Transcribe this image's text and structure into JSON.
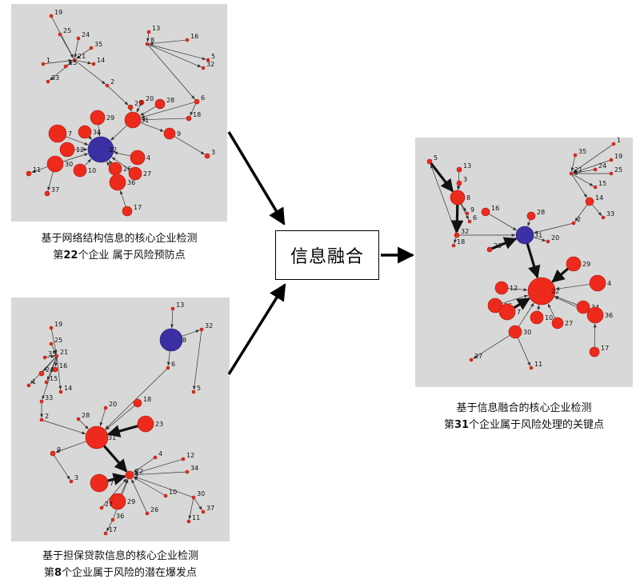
{
  "fusion_label": "信息融合",
  "panels": {
    "network": {
      "caption_line1": "基于网络结构信息的核心企业检测",
      "caption_line2_pre": "第",
      "caption_line2_num": "22",
      "caption_line2_post": "个企业 属于风险预防点"
    },
    "guarantee": {
      "caption_line1": "基于担保贷款信息的核心企业检测",
      "caption_line2_pre": "第",
      "caption_line2_num": "8",
      "caption_line2_post": "个企业属于风险的潜在爆发点"
    },
    "fused": {
      "caption_line1": "基于信息融合的核心企业检测",
      "caption_line2_pre": "第",
      "caption_line2_num": "31",
      "caption_line2_post": "个企业属于风险处理的关键点"
    }
  },
  "colors": {
    "node": "#ee2a1c",
    "core": "#3a2fa3",
    "panel_bg": "#d8d8d8",
    "edge": "#333333"
  },
  "graphs": {
    "network": {
      "core": "22",
      "nodes": [
        {
          "id": "19",
          "r": 2
        },
        {
          "id": "25",
          "r": 2
        },
        {
          "id": "24",
          "r": 2
        },
        {
          "id": "35",
          "r": 2
        },
        {
          "id": "21",
          "r": 2
        },
        {
          "id": "15",
          "r": 2
        },
        {
          "id": "1",
          "r": 2
        },
        {
          "id": "14",
          "r": 2
        },
        {
          "id": "33",
          "r": 2
        },
        {
          "id": "2",
          "r": 2
        },
        {
          "id": "13",
          "r": 2
        },
        {
          "id": "16",
          "r": 2
        },
        {
          "id": "8",
          "r": 2
        },
        {
          "id": "5",
          "r": 2
        },
        {
          "id": "32",
          "r": 2
        },
        {
          "id": "6",
          "r": 3
        },
        {
          "id": "18",
          "r": 3
        },
        {
          "id": "20",
          "r": 3
        },
        {
          "id": "28",
          "r": 6
        },
        {
          "id": "23",
          "r": 3
        },
        {
          "id": "31",
          "r": 10
        },
        {
          "id": "29",
          "r": 9
        },
        {
          "id": "9",
          "r": 7
        },
        {
          "id": "3",
          "r": 3
        },
        {
          "id": "34",
          "r": 8
        },
        {
          "id": "12",
          "r": 9
        },
        {
          "id": "30",
          "r": 10
        },
        {
          "id": "26",
          "r": 8
        },
        {
          "id": "4",
          "r": 9
        },
        {
          "id": "27",
          "r": 8
        },
        {
          "id": "36",
          "r": 10
        },
        {
          "id": "17",
          "r": 6
        },
        {
          "id": "11",
          "r": 3
        },
        {
          "id": "37",
          "r": 3
        },
        {
          "id": "7",
          "r": 11
        },
        {
          "id": "10",
          "r": 8
        },
        {
          "id": "22",
          "r": 16
        }
      ]
    },
    "guarantee": {
      "core": "8",
      "nodes": [
        {
          "id": "19",
          "r": 2
        },
        {
          "id": "25",
          "r": 2
        },
        {
          "id": "35",
          "r": 2
        },
        {
          "id": "21",
          "r": 2
        },
        {
          "id": "16",
          "r": 3
        },
        {
          "id": "24",
          "r": 3
        },
        {
          "id": "1",
          "r": 2
        },
        {
          "id": "15",
          "r": 2
        },
        {
          "id": "14",
          "r": 2
        },
        {
          "id": "33",
          "r": 2
        },
        {
          "id": "2",
          "r": 2
        },
        {
          "id": "28",
          "r": 2
        },
        {
          "id": "20",
          "r": 2
        },
        {
          "id": "18",
          "r": 5
        },
        {
          "id": "23",
          "r": 10
        },
        {
          "id": "31",
          "r": 14
        },
        {
          "id": "9",
          "r": 3
        },
        {
          "id": "3",
          "r": 2
        },
        {
          "id": "13",
          "r": 2
        },
        {
          "id": "32",
          "r": 2
        },
        {
          "id": "8",
          "r": 14
        },
        {
          "id": "6",
          "r": 2
        },
        {
          "id": "5",
          "r": 2
        },
        {
          "id": "22",
          "r": 5
        },
        {
          "id": "4",
          "r": 2
        },
        {
          "id": "12",
          "r": 2
        },
        {
          "id": "34",
          "r": 2
        },
        {
          "id": "7",
          "r": 11
        },
        {
          "id": "29",
          "r": 10
        },
        {
          "id": "27",
          "r": 2
        },
        {
          "id": "36",
          "r": 2
        },
        {
          "id": "26",
          "r": 2
        },
        {
          "id": "10",
          "r": 2
        },
        {
          "id": "30",
          "r": 2
        },
        {
          "id": "37",
          "r": 2
        },
        {
          "id": "11",
          "r": 2
        },
        {
          "id": "17",
          "r": 2
        }
      ]
    },
    "fused": {
      "core": "31",
      "nodes": [
        {
          "id": "1",
          "r": 2
        },
        {
          "id": "35",
          "r": 2
        },
        {
          "id": "19",
          "r": 2
        },
        {
          "id": "24",
          "r": 2
        },
        {
          "id": "25",
          "r": 2
        },
        {
          "id": "21",
          "r": 2
        },
        {
          "id": "15",
          "r": 2
        },
        {
          "id": "14",
          "r": 5
        },
        {
          "id": "33",
          "r": 2
        },
        {
          "id": "2",
          "r": 2
        },
        {
          "id": "5",
          "r": 3
        },
        {
          "id": "13",
          "r": 3
        },
        {
          "id": "3",
          "r": 3
        },
        {
          "id": "8",
          "r": 9
        },
        {
          "id": "9",
          "r": 2
        },
        {
          "id": "6",
          "r": 2
        },
        {
          "id": "16",
          "r": 5
        },
        {
          "id": "28",
          "r": 5
        },
        {
          "id": "32",
          "r": 3
        },
        {
          "id": "18",
          "r": 2
        },
        {
          "id": "23",
          "r": 3
        },
        {
          "id": "20",
          "r": 2
        },
        {
          "id": "31",
          "r": 11
        },
        {
          "id": "22",
          "r": 17
        },
        {
          "id": "12",
          "r": 8
        },
        {
          "id": "26",
          "r": 9
        },
        {
          "id": "7",
          "r": 10
        },
        {
          "id": "29",
          "r": 9
        },
        {
          "id": "4",
          "r": 10
        },
        {
          "id": "34",
          "r": 8
        },
        {
          "id": "36",
          "r": 10
        },
        {
          "id": "10",
          "r": 8
        },
        {
          "id": "27",
          "r": 7
        },
        {
          "id": "30",
          "r": 8
        },
        {
          "id": "17",
          "r": 6
        },
        {
          "id": "37",
          "r": 2
        },
        {
          "id": "11",
          "r": 2
        }
      ]
    }
  }
}
